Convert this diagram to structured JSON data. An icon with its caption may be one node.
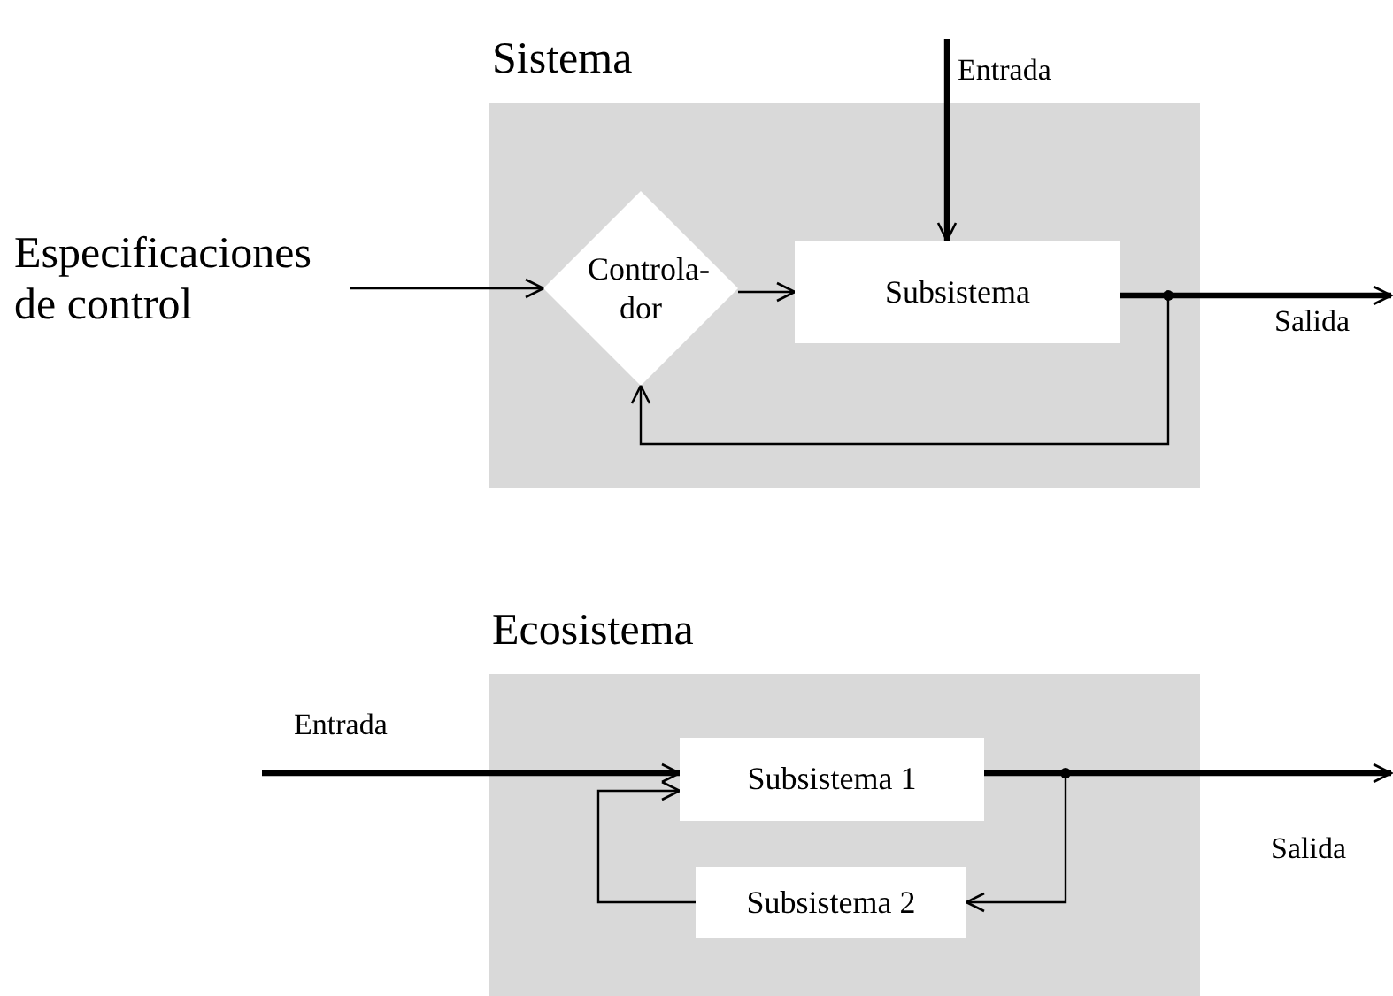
{
  "diagram": {
    "nodes": [
      {
        "text": [
          "Sistema"
        ]
      },
      {
        "text": [
          "Especificaciones de control"
        ]
      },
      {
        "text": [
          "Controla- dor"
        ],
        "in": 0
      },
      {
        "text": [
          "Subsistema"
        ],
        "in": 0
      },
      {
        "text": [
          "Ecosistema"
        ]
      },
      {
        "text": [
          "Subsistema 1"
        ],
        "in": 4
      },
      {
        "text": [
          "Subsistema 2"
        ],
        "in": 4
      }
    ],
    "edges": [
      {
        "from": null,
        "to": 3,
        "arrow": "to",
        "label": "Entrada",
        "style": "thick"
      },
      {
        "from": 1,
        "to": 2,
        "arrow": "to"
      },
      {
        "from": 2,
        "to": 3,
        "arrow": "to"
      },
      {
        "from": 3,
        "to": null,
        "arrow": "to",
        "label": "Salida",
        "style": "thick"
      },
      {
        "from": 3,
        "to": 2,
        "arrow": "to"
      },
      {
        "from": null,
        "to": 5,
        "arrow": "to",
        "label": "Entrada",
        "style": "thick"
      },
      {
        "from": 5,
        "to": null,
        "arrow": "to",
        "label": "Salida",
        "style": "thick"
      },
      {
        "from": 5,
        "to": 6,
        "arrow": "to"
      },
      {
        "from": 6,
        "to": 5,
        "arrow": "to"
      }
    ]
  }
}
